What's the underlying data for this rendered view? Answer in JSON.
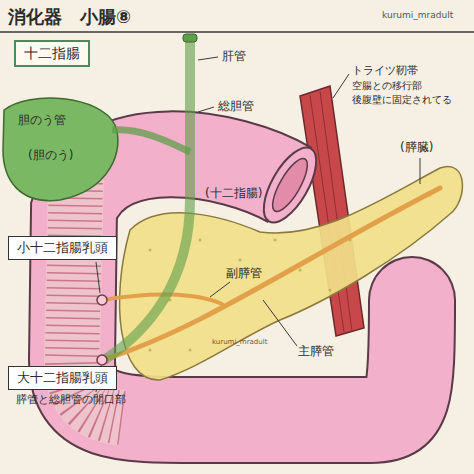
{
  "diagram": {
    "title": "消化器　小腸⑧",
    "nodes": [
      {
        "text": [
          "十二指腸"
        ]
      },
      {
        "text": [
          "小十二指腸乳頭"
        ]
      },
      {
        "text": [
          "大十二指腸乳頭",
          "膵管と総胆管の開口部"
        ]
      }
    ],
    "labels": [
      "kurumi_mradult",
      "肝管",
      "総胆管",
      "胆のう管",
      "(胆のう)",
      "トライツ靭帯",
      "空腸との移行部",
      "後腹壁に固定されてる",
      "(十二指腸)",
      "(膵臓)",
      "副膵管",
      "kurumi_mradult",
      "主膵管"
    ]
  }
}
